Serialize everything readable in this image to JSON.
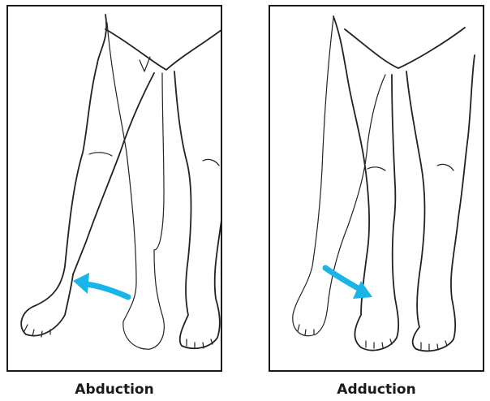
{
  "figure": {
    "left_panel": {
      "caption": "Abduction"
    },
    "right_panel": {
      "caption": "Adduction"
    },
    "arrow_color": "#19b4e8",
    "line_color": "#222222",
    "icons": [
      "legs-illustration",
      "motion-arrow"
    ]
  }
}
